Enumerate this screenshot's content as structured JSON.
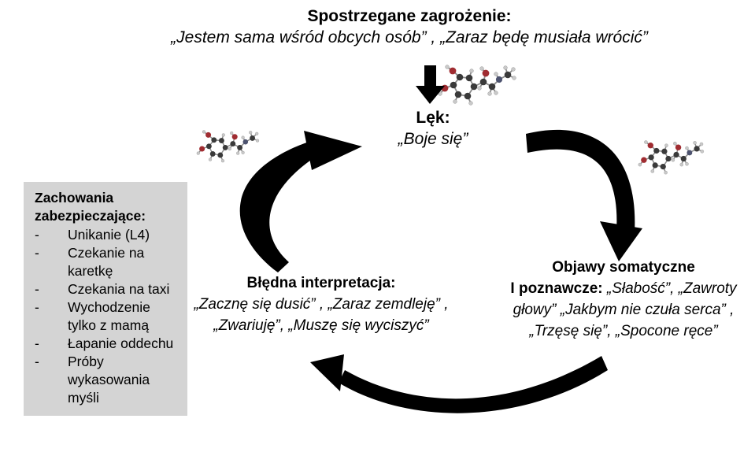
{
  "diagram": {
    "perceived_threat": {
      "heading": "Spostrzegane zagrożenie:",
      "quote": "„Jestem sama wśród obcych osób” , „Zaraz będę musiała wrócić”"
    },
    "anxiety": {
      "heading": "Lęk:",
      "quote": "„Boje się”"
    },
    "symptoms": {
      "heading": "Objawy somatyczne",
      "subheading": "I poznawcze:",
      "quote": "„Słabość”, „Zawroty głowy” „Jakbym nie czuła serca” , „Trzęsę się”, „Spocone ręce”"
    },
    "misinterpretation": {
      "heading": "Błędna interpretacja:",
      "quote": "„Zacznę się dusić” , „Zaraz zemdleję” , „Zwariuję”, „Muszę się wyciszyć”"
    },
    "safety_behaviors": {
      "heading": "Zachowania zabezpieczające:",
      "dash": "-",
      "items": [
        "Unikanie (L4)",
        "Czekanie na karetkę",
        "Czekania na taxi",
        "Wychodzenie tylko z mamą",
        "Łapanie oddechu",
        "Próby wykasowania myśli"
      ]
    },
    "colors": {
      "text": "#000000",
      "arrow": "#000000",
      "box_bg": "#d4d4d4",
      "molecule_carbon": "#3a3a3a",
      "molecule_oxygen": "#a02c31",
      "molecule_nitrogen": "#4d536f",
      "molecule_hydrogen": "#c9c9c9",
      "molecule_bond": "#8a8a8a"
    }
  }
}
